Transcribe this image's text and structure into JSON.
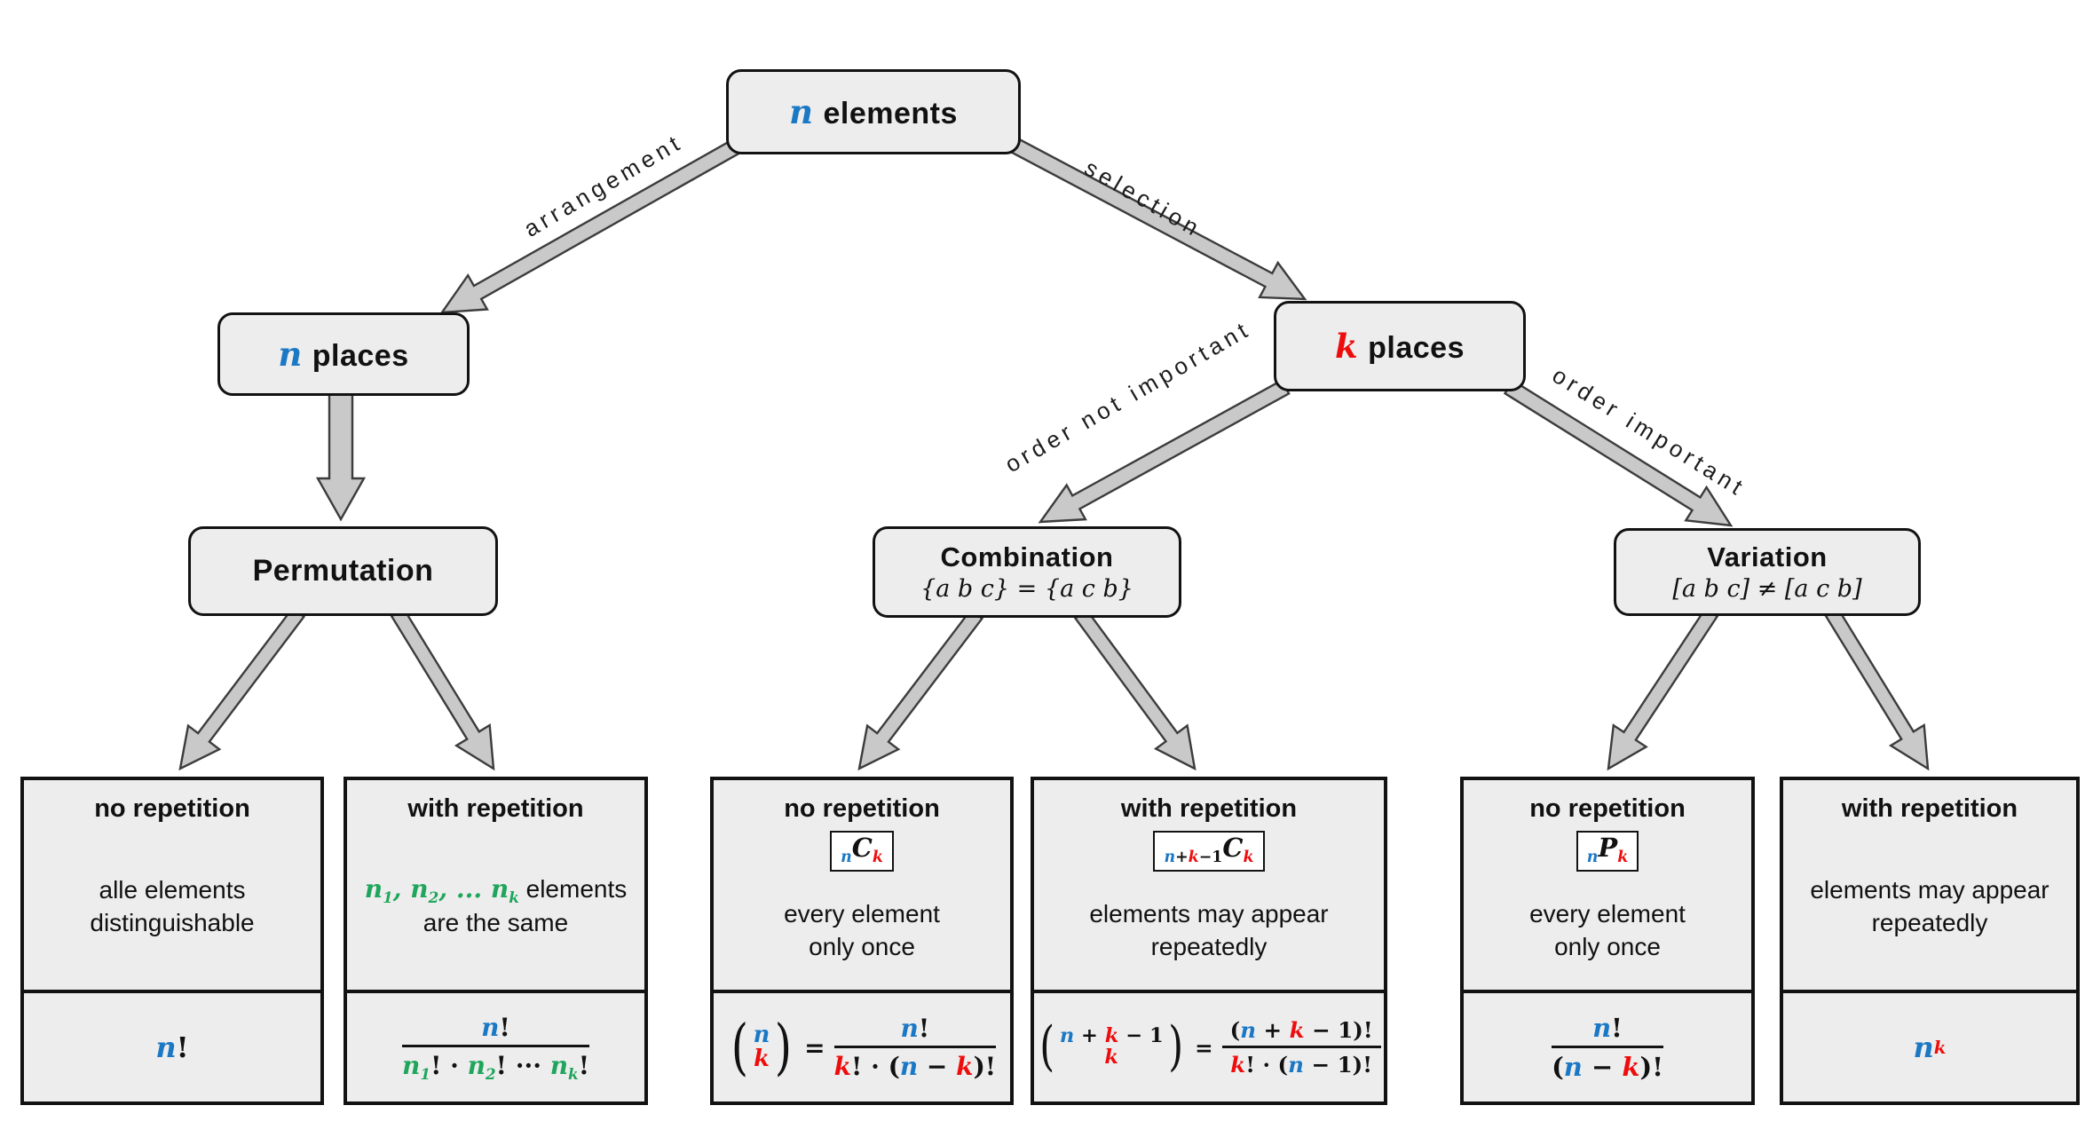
{
  "palette": {
    "blue": "#1b78c5",
    "red": "#ee0d0d",
    "green": "#1fa65c",
    "box_fill": "#ededed",
    "arrow_fill": "#c9c9c9",
    "arrow_stroke": "#3c3c3c"
  },
  "nodes": {
    "root": {
      "math": "n",
      "label": "elements"
    },
    "n_places": {
      "math": "n",
      "label": "places"
    },
    "k_places": {
      "math": "k",
      "label": "places"
    },
    "permutation": {
      "title": "Permutation"
    },
    "combination": {
      "title": "Combination",
      "subtitle": "{a b c} = {a c b}"
    },
    "variation": {
      "title": "Variation",
      "subtitle": "[a b c] ≠ [a c b]"
    }
  },
  "edges": {
    "arrangement": "arrangement",
    "selection": "selection",
    "order_not_important": "order not important",
    "order_important": "order important"
  },
  "leaves": [
    {
      "heading": "no repetition",
      "desc1": [
        {
          "t": "alle elements",
          "c": "t"
        }
      ],
      "desc2": [
        {
          "t": "distinguishable",
          "c": "t"
        }
      ],
      "formula": [
        {
          "t": "n",
          "c": "b"
        },
        {
          "t": "!",
          "c": "n"
        }
      ]
    },
    {
      "heading": "with repetition",
      "desc1": [
        {
          "t": "n",
          "c": "g"
        },
        {
          "t": "1",
          "c": "g",
          "sub": 1
        },
        {
          "t": ", ",
          "c": "g"
        },
        {
          "t": "n",
          "c": "g"
        },
        {
          "t": "2",
          "c": "g",
          "sub": 1
        },
        {
          "t": ", ... ",
          "c": "g"
        },
        {
          "t": "n",
          "c": "g"
        },
        {
          "t": "k",
          "c": "g",
          "sub": 1
        },
        {
          "t": " elements",
          "c": "t"
        }
      ],
      "desc2": [
        {
          "t": "are the same",
          "c": "t"
        }
      ],
      "num": [
        {
          "t": "n",
          "c": "b"
        },
        {
          "t": "!",
          "c": "n"
        }
      ],
      "den": [
        {
          "t": "n",
          "c": "g"
        },
        {
          "t": "1",
          "c": "g",
          "sub": 1
        },
        {
          "t": "! · ",
          "c": "n"
        },
        {
          "t": "n",
          "c": "g"
        },
        {
          "t": "2",
          "c": "g",
          "sub": 1
        },
        {
          "t": "! ··· ",
          "c": "n"
        },
        {
          "t": "n",
          "c": "g"
        },
        {
          "t": "k",
          "c": "g",
          "sub": 1
        },
        {
          "t": "!",
          "c": "n"
        }
      ]
    },
    {
      "heading": "no repetition",
      "badge": [
        {
          "t": "n",
          "c": "b",
          "sub": 1
        },
        {
          "t": "C",
          "c": "ki"
        },
        {
          "t": "k",
          "c": "r",
          "sub": 1
        }
      ],
      "desc1": [
        {
          "t": "every element",
          "c": "t"
        }
      ],
      "desc2": [
        {
          "t": "only once",
          "c": "t"
        }
      ],
      "paren_l": "(",
      "paren_r": ")",
      "eq": "=",
      "binom_top": [
        {
          "t": "n",
          "c": "b"
        }
      ],
      "binom_bot": [
        {
          "t": "k",
          "c": "r"
        }
      ],
      "num": [
        {
          "t": "n",
          "c": "b"
        },
        {
          "t": "!",
          "c": "n"
        }
      ],
      "den": [
        {
          "t": "k",
          "c": "r"
        },
        {
          "t": "! · (",
          "c": "n"
        },
        {
          "t": "n",
          "c": "b"
        },
        {
          "t": " − ",
          "c": "n"
        },
        {
          "t": "k",
          "c": "r"
        },
        {
          "t": ")!",
          "c": "n"
        }
      ]
    },
    {
      "heading": "with repetition",
      "badge": [
        {
          "t": "n",
          "c": "b",
          "sub": 1
        },
        {
          "t": "+",
          "c": "n",
          "sub": 1
        },
        {
          "t": "k",
          "c": "r",
          "sub": 1
        },
        {
          "t": "−1",
          "c": "n",
          "sub": 1
        },
        {
          "t": "C",
          "c": "ki"
        },
        {
          "t": "k",
          "c": "r",
          "sub": 1
        }
      ],
      "desc1": [
        {
          "t": "elements may appear",
          "c": "t"
        }
      ],
      "desc2": [
        {
          "t": "repeatedly",
          "c": "t"
        }
      ],
      "paren_l": "(",
      "paren_r": ")",
      "eq": "=",
      "binom_top": [
        {
          "t": "n",
          "c": "b"
        },
        {
          "t": " + ",
          "c": "n"
        },
        {
          "t": "k",
          "c": "r"
        },
        {
          "t": " − 1",
          "c": "n"
        }
      ],
      "binom_bot": [
        {
          "t": "k",
          "c": "r"
        }
      ],
      "num": [
        {
          "t": "(",
          "c": "n"
        },
        {
          "t": "n",
          "c": "b"
        },
        {
          "t": " + ",
          "c": "n"
        },
        {
          "t": "k",
          "c": "r"
        },
        {
          "t": " − 1",
          "c": "n"
        },
        {
          "t": ")!",
          "c": "n"
        }
      ],
      "den": [
        {
          "t": "k",
          "c": "r"
        },
        {
          "t": "! · (",
          "c": "n"
        },
        {
          "t": "n",
          "c": "b"
        },
        {
          "t": " − 1)!",
          "c": "n"
        }
      ]
    },
    {
      "heading": "no repetition",
      "badge": [
        {
          "t": "n",
          "c": "b",
          "sub": 1
        },
        {
          "t": "P",
          "c": "ki"
        },
        {
          "t": "k",
          "c": "r",
          "sub": 1
        }
      ],
      "desc1": [
        {
          "t": "every element",
          "c": "t"
        }
      ],
      "desc2": [
        {
          "t": "only once",
          "c": "t"
        }
      ],
      "num": [
        {
          "t": "n",
          "c": "b"
        },
        {
          "t": "!",
          "c": "n"
        }
      ],
      "den": [
        {
          "t": "(",
          "c": "n"
        },
        {
          "t": "n",
          "c": "b"
        },
        {
          "t": " − ",
          "c": "n"
        },
        {
          "t": "k",
          "c": "r"
        },
        {
          "t": ")!",
          "c": "n"
        }
      ]
    },
    {
      "heading": "with repetition",
      "desc1": [
        {
          "t": "elements may appear",
          "c": "t"
        }
      ],
      "desc2": [
        {
          "t": "repeatedly",
          "c": "t"
        }
      ],
      "formula": [
        {
          "t": "n",
          "c": "b"
        },
        {
          "t": "k",
          "c": "r",
          "sup": 1
        }
      ]
    }
  ]
}
